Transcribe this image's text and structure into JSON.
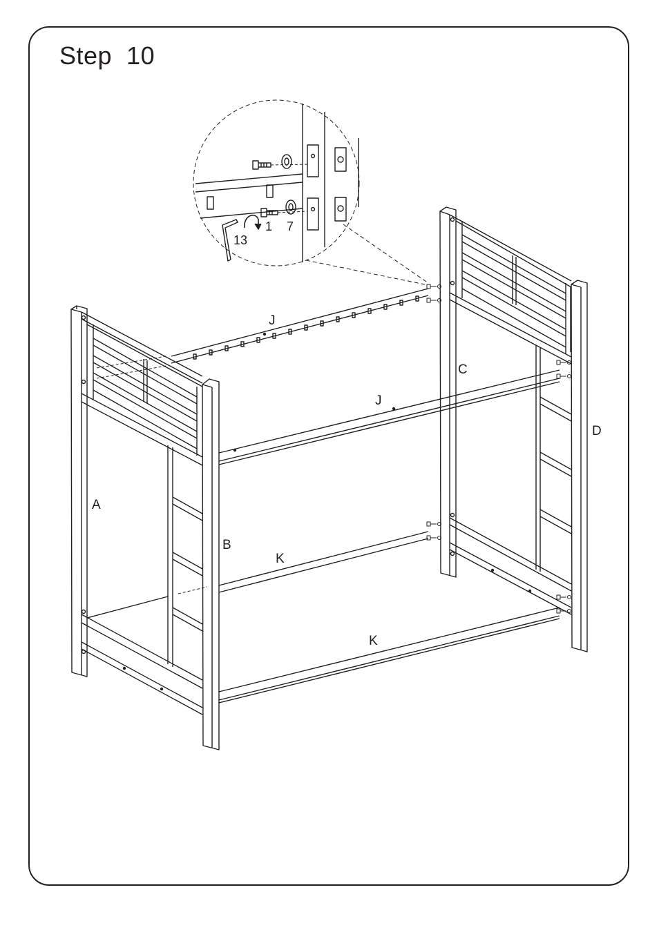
{
  "step_title": "Step  10",
  "parts": {
    "A": "A",
    "B": "B",
    "C": "C",
    "D": "D",
    "J_top_back": "J",
    "J_top_front": "J",
    "K_bottom_back": "K",
    "K_bottom_front": "K"
  },
  "callout": {
    "wrench": "13",
    "bolt": "1",
    "washer": "7"
  }
}
